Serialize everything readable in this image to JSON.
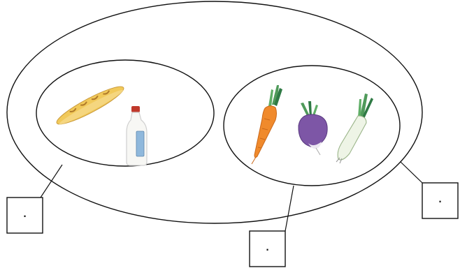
{
  "diagram": {
    "sets": [
      {
        "id": "outer",
        "label": "·"
      },
      {
        "id": "left-group",
        "label": "·",
        "items": [
          "baguette-icon",
          "milk-bottle-icon"
        ]
      },
      {
        "id": "right-group",
        "label": "·",
        "items": [
          "carrot-icon",
          "turnip-icon",
          "leek-icon"
        ]
      }
    ],
    "colors": {
      "line": "#111111",
      "bread": "#f1c95a",
      "bread_dark": "#b07a2a",
      "bottle_cap": "#c0392b",
      "bottle_label": "#8fb8dc",
      "carrot": "#f08a2c",
      "greens": "#4f9a5a",
      "turnip": "#7d56a6",
      "leek": "#e8f0dd"
    }
  }
}
